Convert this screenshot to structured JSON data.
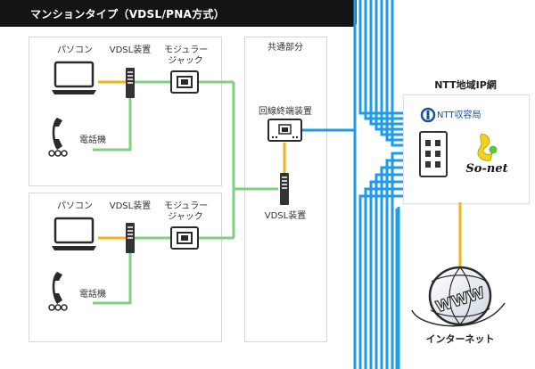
{
  "header": {
    "title": "マンションタイプ（VDSL/PNA方式）"
  },
  "home_units": [
    {
      "pc_label": "パソコン",
      "vdsl_label": "VDSL装置",
      "jack_label_line1": "モジュラー",
      "jack_label_line2": "ジャック",
      "phone_label": "電話機"
    },
    {
      "pc_label": "パソコン",
      "vdsl_label": "VDSL装置",
      "jack_label_line1": "モジュラー",
      "jack_label_line2": "ジャック",
      "phone_label": "電話機"
    }
  ],
  "common_area": {
    "title": "共通部分",
    "terminal_label": "回線終端装置",
    "vdsl_label": "VDSL装置"
  },
  "ntt_network": {
    "title": "NTT地域IP網",
    "office_label": "NTT収容局",
    "isp_logo": "So-net"
  },
  "internet": {
    "globe_text": "WWW",
    "label": "インターネット"
  },
  "colors": {
    "fiber": "#1e9be9",
    "lan": "#f6b11b",
    "phone_line": "#7fd07f",
    "ntt_logo": "#1a4fa0"
  }
}
